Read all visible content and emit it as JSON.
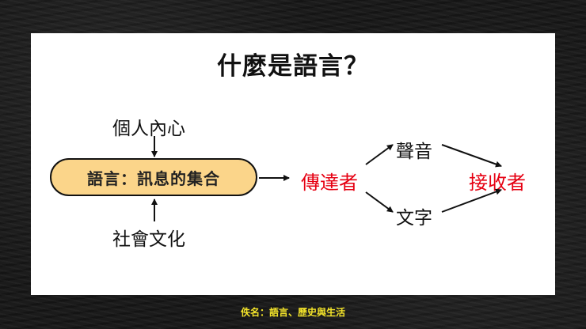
{
  "slide": {
    "title": "什麼是語言？",
    "center_node": "語言：訊息的集合",
    "top_input": "個人內心",
    "bottom_input": "社會文化",
    "sender": "傳達者",
    "channels": [
      "聲音",
      "文字"
    ],
    "receiver": "接收者"
  },
  "footer": {
    "caption": "佚名：語言、歷史與生活"
  },
  "colors": {
    "panel": "#ffffff",
    "pill_fill": "#fbd58a",
    "highlight_red": "#e60012",
    "footer_yellow": "#f5e52a",
    "background": "#1b1b1b"
  }
}
